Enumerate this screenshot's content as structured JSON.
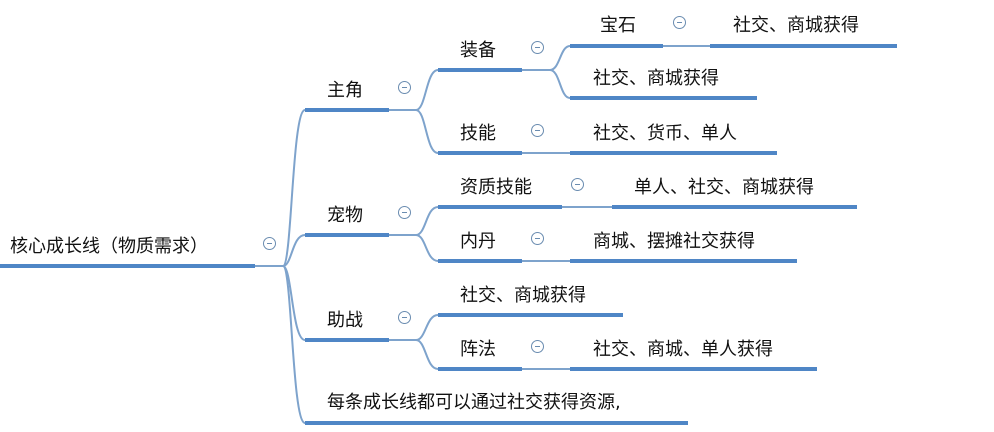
{
  "root": {
    "label": "核心成长线（物质需求）"
  },
  "branches": {
    "protagonist": {
      "label": "主角",
      "equipment": {
        "label": "装备",
        "gem": {
          "label": "宝石",
          "source": "社交、商城获得"
        },
        "source": "社交、商城获得"
      },
      "skill": {
        "label": "技能",
        "source": "社交、货币、单人"
      }
    },
    "pet": {
      "label": "宠物",
      "aptitude_skill": {
        "label": "资质技能",
        "source": "单人、社交、商城获得"
      },
      "inner_pill": {
        "label": "内丹",
        "source": "商城、摆摊社交获得"
      }
    },
    "assist": {
      "label": "助战",
      "source": "社交、商城获得",
      "formation": {
        "label": "阵法",
        "source": "社交、商城、单人获得"
      }
    },
    "note": "每条成长线都可以通过社交获得资源,"
  },
  "colors": {
    "underline": "#4f86c6",
    "connector": "#7ea3cc",
    "collapse_icon": "#6a8cb0"
  }
}
